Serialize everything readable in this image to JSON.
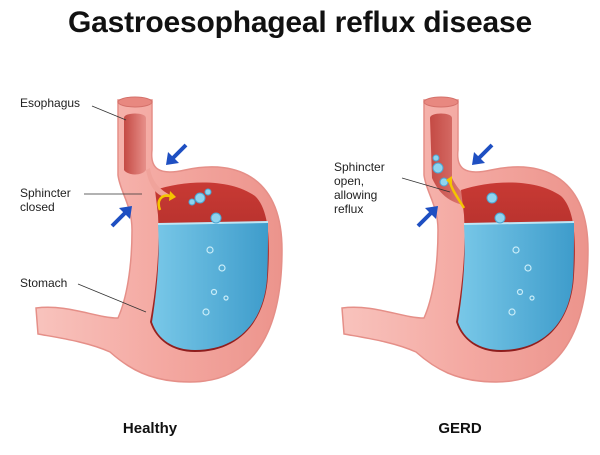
{
  "title": "Gastroesophageal reflux disease",
  "panels": [
    {
      "caption": "Healthy",
      "labels": {
        "esophagus": "Esophagus",
        "sphincter_line1": "Sphincter",
        "sphincter_line2": "closed",
        "stomach": "Stomach"
      }
    },
    {
      "caption": "GERD",
      "labels": {
        "sphincter_line1": "Sphincter",
        "sphincter_line2": "open,",
        "sphincter_line3": "allowing",
        "sphincter_line4": "reflux"
      }
    }
  ],
  "colors": {
    "tissue": "#f6b3ad",
    "tissue_dark": "#e9938c",
    "lining": "#b02a2a",
    "acid": "#5db8dc",
    "acid_light": "#a8dcef",
    "arrow": "#1e4fc2"
  }
}
